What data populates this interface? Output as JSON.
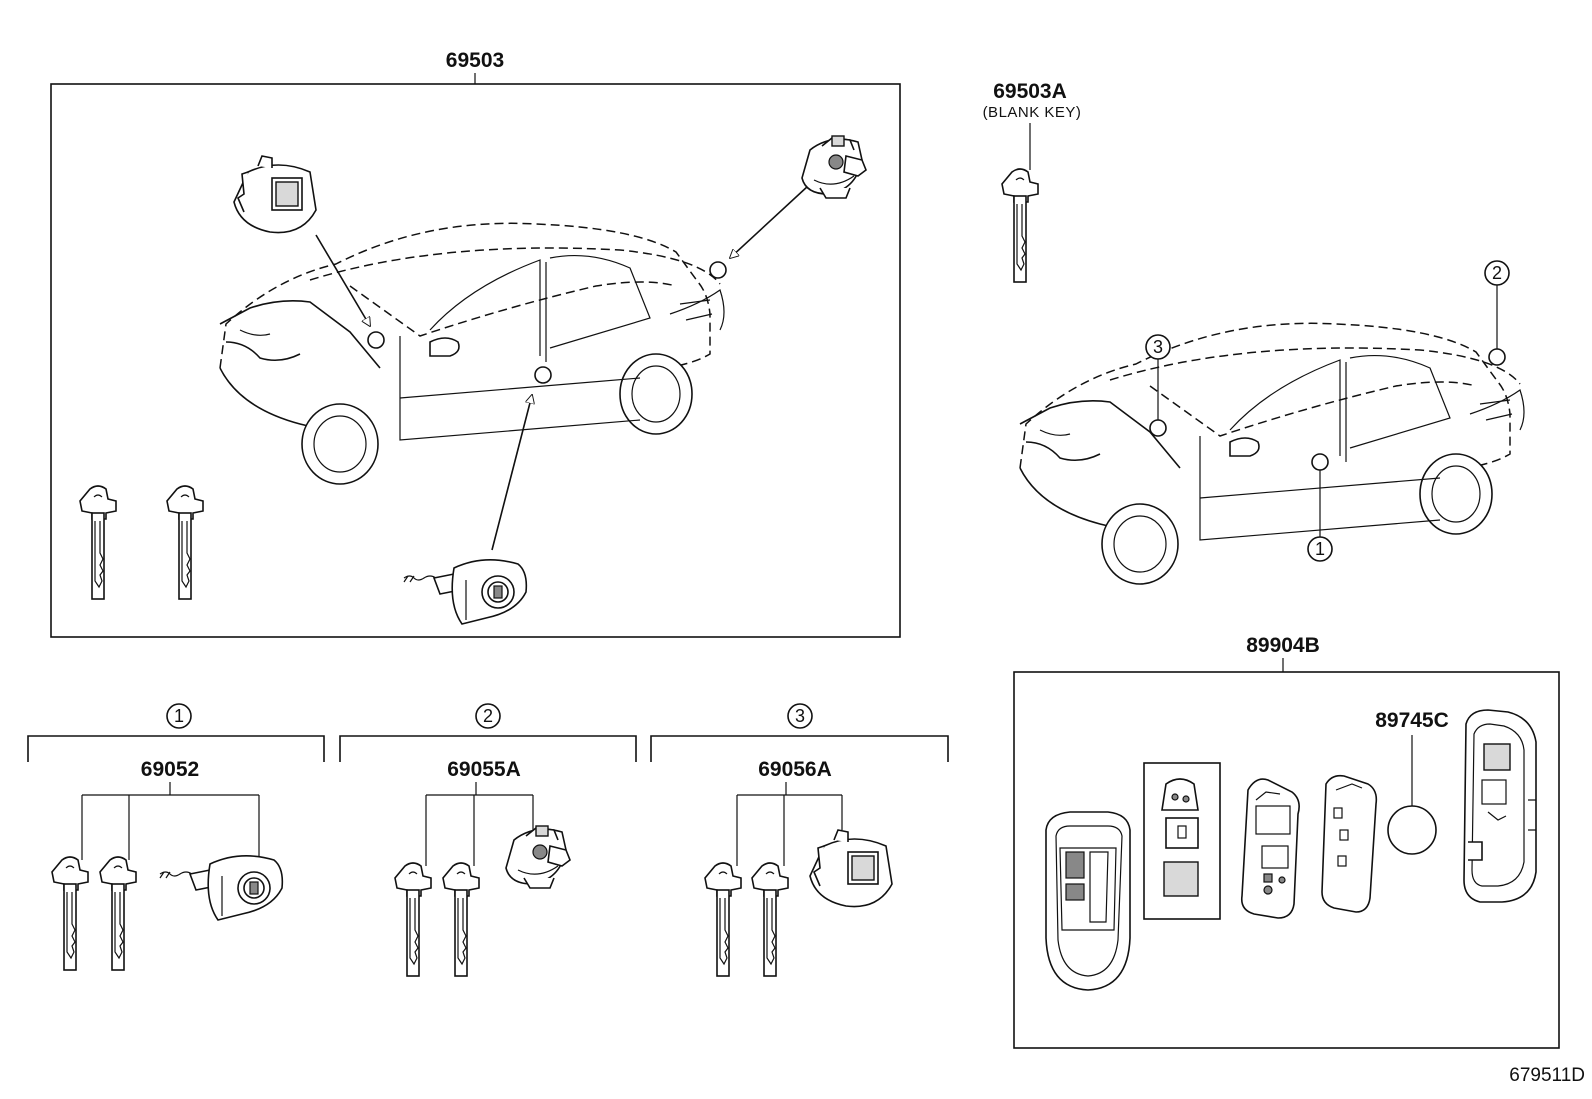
{
  "assembly": {
    "part_number": "69503"
  },
  "blank_key": {
    "part_number": "69503A",
    "note": "(BLANK KEY)"
  },
  "location_markers": [
    "1",
    "2",
    "3"
  ],
  "groups": [
    {
      "marker": "1",
      "part_number": "69052"
    },
    {
      "marker": "2",
      "part_number": "69055A"
    },
    {
      "marker": "3",
      "part_number": "69056A"
    }
  ],
  "smart_key": {
    "part_number": "89904B",
    "battery_part_number": "89745C"
  },
  "illustration_ref": "679511D"
}
